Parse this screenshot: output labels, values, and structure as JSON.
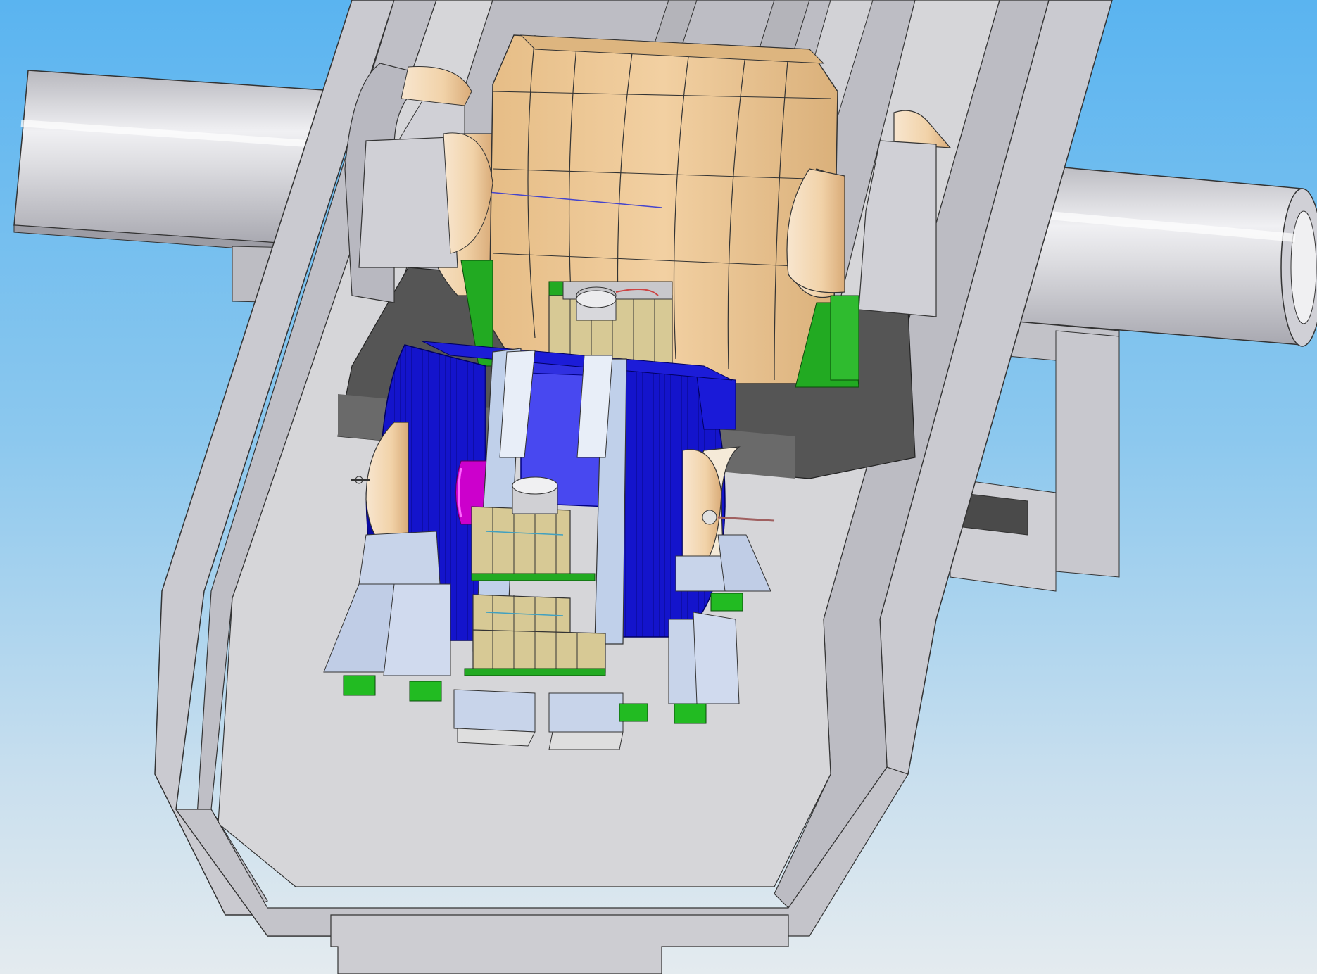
{
  "viewport": {
    "background_top": "#5ab4f0",
    "background_bottom": "#e4ebef"
  },
  "colors": {
    "hall_wall": "#c6c6cc",
    "hall_wall_dark": "#a9a9b0",
    "hall_floor": "#d4d4d6",
    "pipe": "#cfcfd4",
    "pipe_highlight": "#f2f2f4",
    "pit_shadow": "#555555",
    "solenoid_detector": "#e8c48e",
    "flux_return_yoke": "#1010c8",
    "yoke_light": "#3a3af0",
    "support_frame": "#c0d0ea",
    "electronics_crates": "#d7c995",
    "green_supports": "#22aa22",
    "magenta_ring": "#cc00cc",
    "end_cap_disc": "#f2d9b8"
  },
  "components": [
    {
      "name": "experimental-hall",
      "icon": "hall-icon"
    },
    {
      "name": "beam-pipe-left",
      "icon": "pipe-icon"
    },
    {
      "name": "beam-pipe-right",
      "icon": "pipe-icon"
    },
    {
      "name": "barrel-detector",
      "icon": "cylinder-icon"
    },
    {
      "name": "blue-magnet-yoke",
      "icon": "magnet-icon"
    },
    {
      "name": "electronics-racks",
      "icon": "rack-icon"
    },
    {
      "name": "green-support-feet",
      "icon": "support-icon"
    }
  ]
}
